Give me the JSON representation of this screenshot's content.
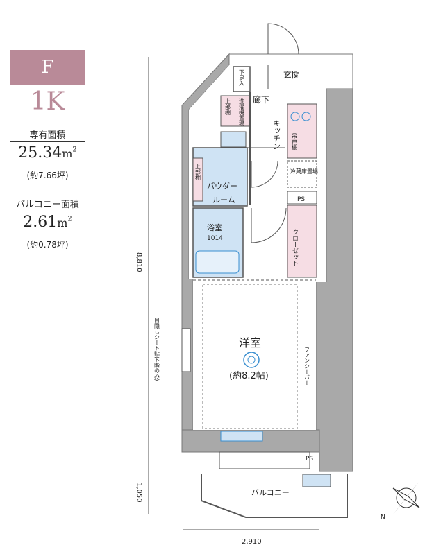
{
  "unit": {
    "type": "F",
    "layout": "1K",
    "exclusive_area_label": "専有面積",
    "exclusive_area_value": "25.34",
    "exclusive_area_unit": "m",
    "exclusive_area_sup": "2",
    "exclusive_area_tsubo": "(約7.66坪)",
    "balcony_area_label": "バルコニー面積",
    "balcony_area_value": "2.61",
    "balcony_area_unit": "m",
    "balcony_area_sup": "2",
    "balcony_area_tsubo": "(約0.78坪)"
  },
  "rooms": {
    "entrance": "玄関",
    "corridor": "廊下",
    "kitchen": "キッチン",
    "powder_room_1": "パウダー",
    "powder_room_2": "ルーム",
    "bath": "浴室",
    "bath_size": "1014",
    "western_room": "洋室",
    "western_room_size": "(約8.2帖)",
    "balcony": "バルコニー",
    "closet": "クローゼット",
    "shoe_box": "下足入",
    "washer_space": "洗濯機置場",
    "top_shelf_1": "上部棚",
    "top_shelf_2": "上部棚",
    "hanging_shelf": "吊戸棚",
    "fridge_space": "冷蔵庫置場",
    "pipe_space_1": "PS",
    "pipe_space_2": "PS",
    "fan_shelf": "ファンシーバー",
    "blind_sheet": "目隠しシート貼(4階のみ)"
  },
  "dimensions": {
    "height_total": "8,810",
    "height_balcony": "1,050",
    "width_total": "2,910"
  },
  "compass_icon": "compass-icon",
  "colors": {
    "accent": "#b98a98",
    "wall": "#a9a9a9",
    "wet_area": "#cfe3f4",
    "closet_pink": "#f6dde4",
    "fixture_blue": "#3a8fd0"
  }
}
